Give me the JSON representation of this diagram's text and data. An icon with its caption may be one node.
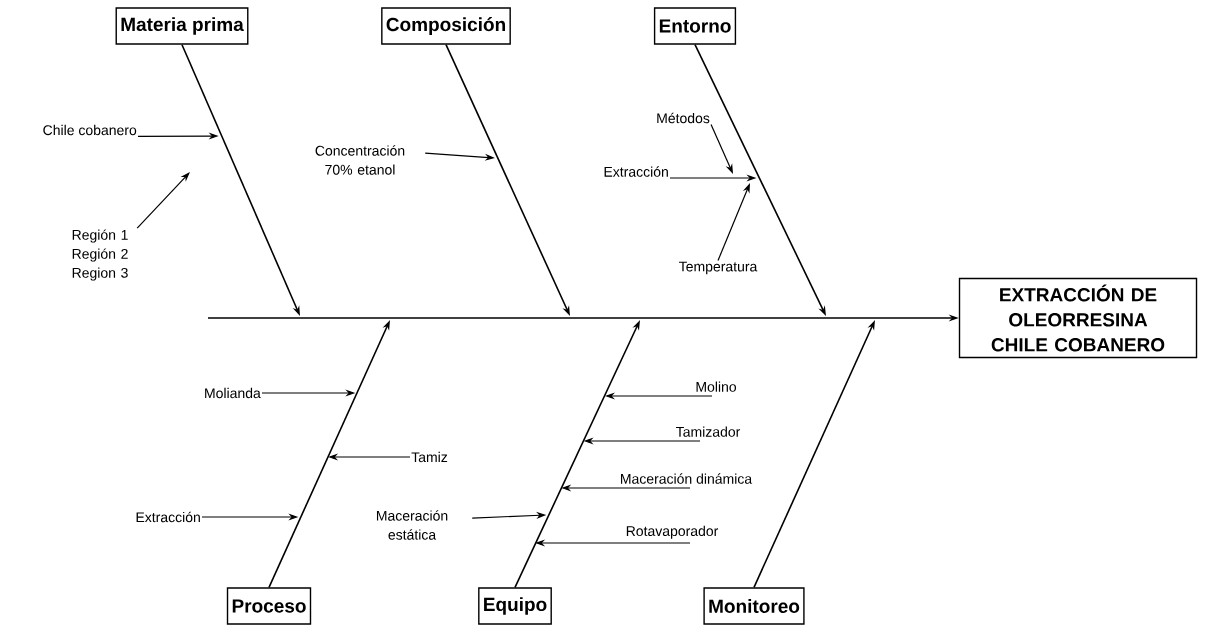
{
  "diagram": {
    "nodes": [
      {
        "text": [
          "Materia prima"
        ]
      },
      {
        "text": [
          "Chile cobanero"
        ]
      },
      {
        "text": [
          "Región 1 Región 2 Region 3"
        ]
      },
      {
        "text": [
          "Composición"
        ]
      },
      {
        "text": [
          "Concentración 70% etanol"
        ]
      },
      {
        "text": [
          "Entorno"
        ]
      },
      {
        "text": [
          "Métodos"
        ]
      },
      {
        "text": [
          "Extracción"
        ]
      },
      {
        "text": [
          "Temperatura"
        ]
      },
      {
        "text": [
          "EXTRACCIÓN DE OLEORRESINA CHILE COBANERO"
        ]
      },
      {
        "text": [
          "Proceso"
        ]
      },
      {
        "text": [
          "Molianda"
        ]
      },
      {
        "text": [
          "Tamiz"
        ]
      },
      {
        "text": [
          "Extracción"
        ]
      },
      {
        "text": [
          "Equipo"
        ]
      },
      {
        "text": [
          "Maceración estática"
        ]
      },
      {
        "text": [
          "Molino"
        ]
      },
      {
        "text": [
          "Tamizador"
        ]
      },
      {
        "text": [
          "Maceración dinámica"
        ]
      },
      {
        "text": [
          "Rotavaporador"
        ]
      },
      {
        "text": [
          "Monitoreo"
        ]
      }
    ],
    "edges": [
      {
        "from": null,
        "to": 9,
        "arrow": "to"
      },
      {
        "from": 0,
        "to": null,
        "arrow": "to"
      },
      {
        "from": 3,
        "to": null,
        "arrow": "to"
      },
      {
        "from": 5,
        "to": null,
        "arrow": "to"
      },
      {
        "from": 10,
        "to": null,
        "arrow": "to"
      },
      {
        "from": 14,
        "to": null,
        "arrow": "to"
      },
      {
        "from": 20,
        "to": null,
        "arrow": "to"
      },
      {
        "from": 1,
        "to": null,
        "arrow": "to"
      },
      {
        "from": 2,
        "to": null,
        "arrow": "to"
      },
      {
        "from": 4,
        "to": null,
        "arrow": "to"
      },
      {
        "from": 6,
        "to": null,
        "arrow": "to"
      },
      {
        "from": 7,
        "to": null,
        "arrow": "to"
      },
      {
        "from": 8,
        "to": null,
        "arrow": "to"
      },
      {
        "from": 11,
        "to": null,
        "arrow": "to"
      },
      {
        "from": 12,
        "to": null,
        "arrow": "to"
      },
      {
        "from": 13,
        "to": null,
        "arrow": "to"
      },
      {
        "from": 15,
        "to": null,
        "arrow": "to"
      },
      {
        "from": 16,
        "to": null,
        "arrow": "to"
      },
      {
        "from": 17,
        "to": null,
        "arrow": "to"
      },
      {
        "from": 18,
        "to": null,
        "arrow": "to"
      },
      {
        "from": 19,
        "to": null,
        "arrow": "to"
      }
    ]
  }
}
